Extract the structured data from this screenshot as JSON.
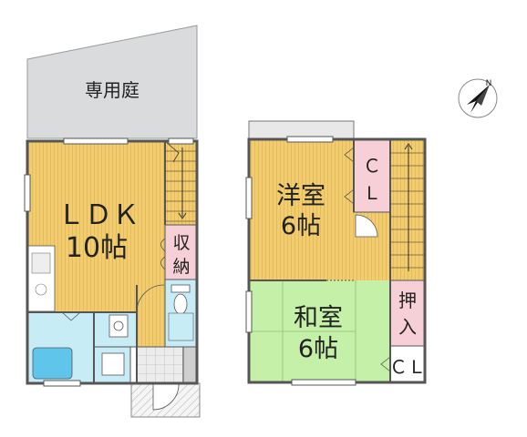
{
  "labels": {
    "garden": "専用庭",
    "ldk_line1": "ＬＤＫ",
    "ldk_line2": "10帖",
    "storage_line1": "収",
    "storage_line2": "納",
    "western_line1": "洋室",
    "western_line2": "6帖",
    "closet1_line1": "Ｃ",
    "closet1_line2": "Ｌ",
    "japanese_line1": "和室",
    "japanese_line2": "6帖",
    "oshiire_line1": "押",
    "oshiire_line2": "入",
    "closet2": "ＣＬ"
  },
  "compass": {
    "label": "N"
  },
  "colors": {
    "floor_wood": "#f1cd6f",
    "floor_tatami": "#c5f0a8",
    "storage_pink": "#f7cfd6",
    "wet_area_blue": "#c8ecf6",
    "garden_gray": "#d9dbdd",
    "wall": "#555555"
  }
}
